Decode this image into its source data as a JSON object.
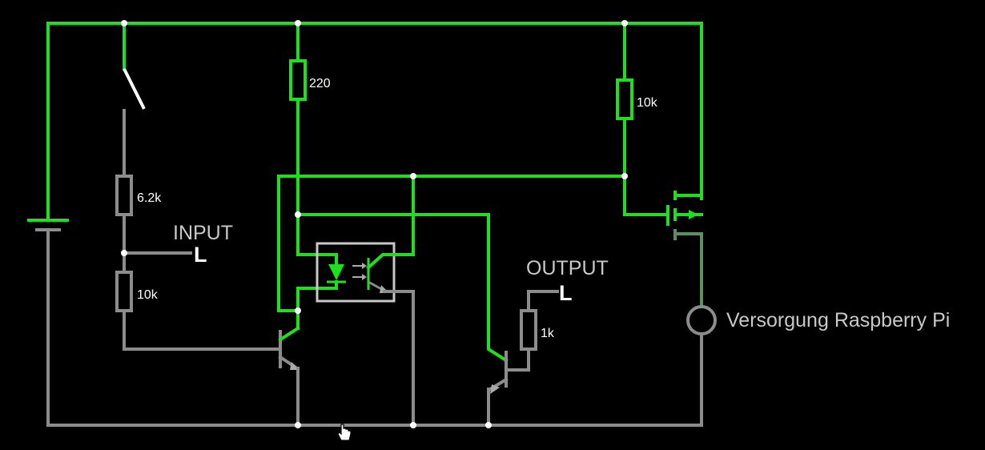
{
  "labels": {
    "r_input_top": "6.2k",
    "r_input_bottom": "10k",
    "r_led": "220",
    "r_pullup": "10k",
    "r_output": "1k",
    "input_title": "INPUT",
    "input_state": "L",
    "output_title": "OUTPUT",
    "output_state": "L",
    "supply": "Versorgung Raspberry Pi"
  },
  "colors": {
    "wire_active": "#1fe01f",
    "wire_inactive": "#8c8c8c",
    "background": "#000000",
    "node": "#ffffff"
  },
  "icons": {
    "cursor": "hand-pointer-icon"
  }
}
